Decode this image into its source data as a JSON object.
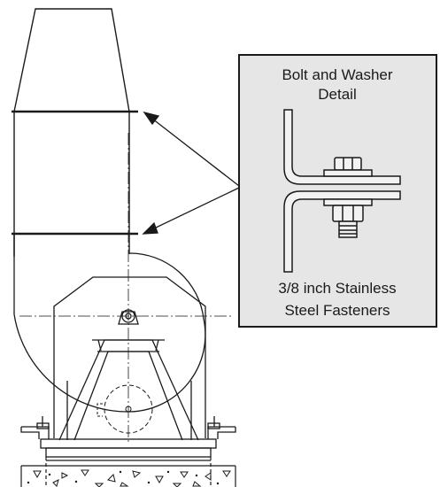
{
  "detail_box": {
    "title_line1": "Bolt and Washer",
    "title_line2": "Detail",
    "caption_line1": "3/8 inch Stainless",
    "caption_line2": "Steel Fasteners"
  },
  "colors": {
    "line": "#1a1a1a",
    "detail_background": "#e6e6e6",
    "page_background": "#ffffff"
  }
}
